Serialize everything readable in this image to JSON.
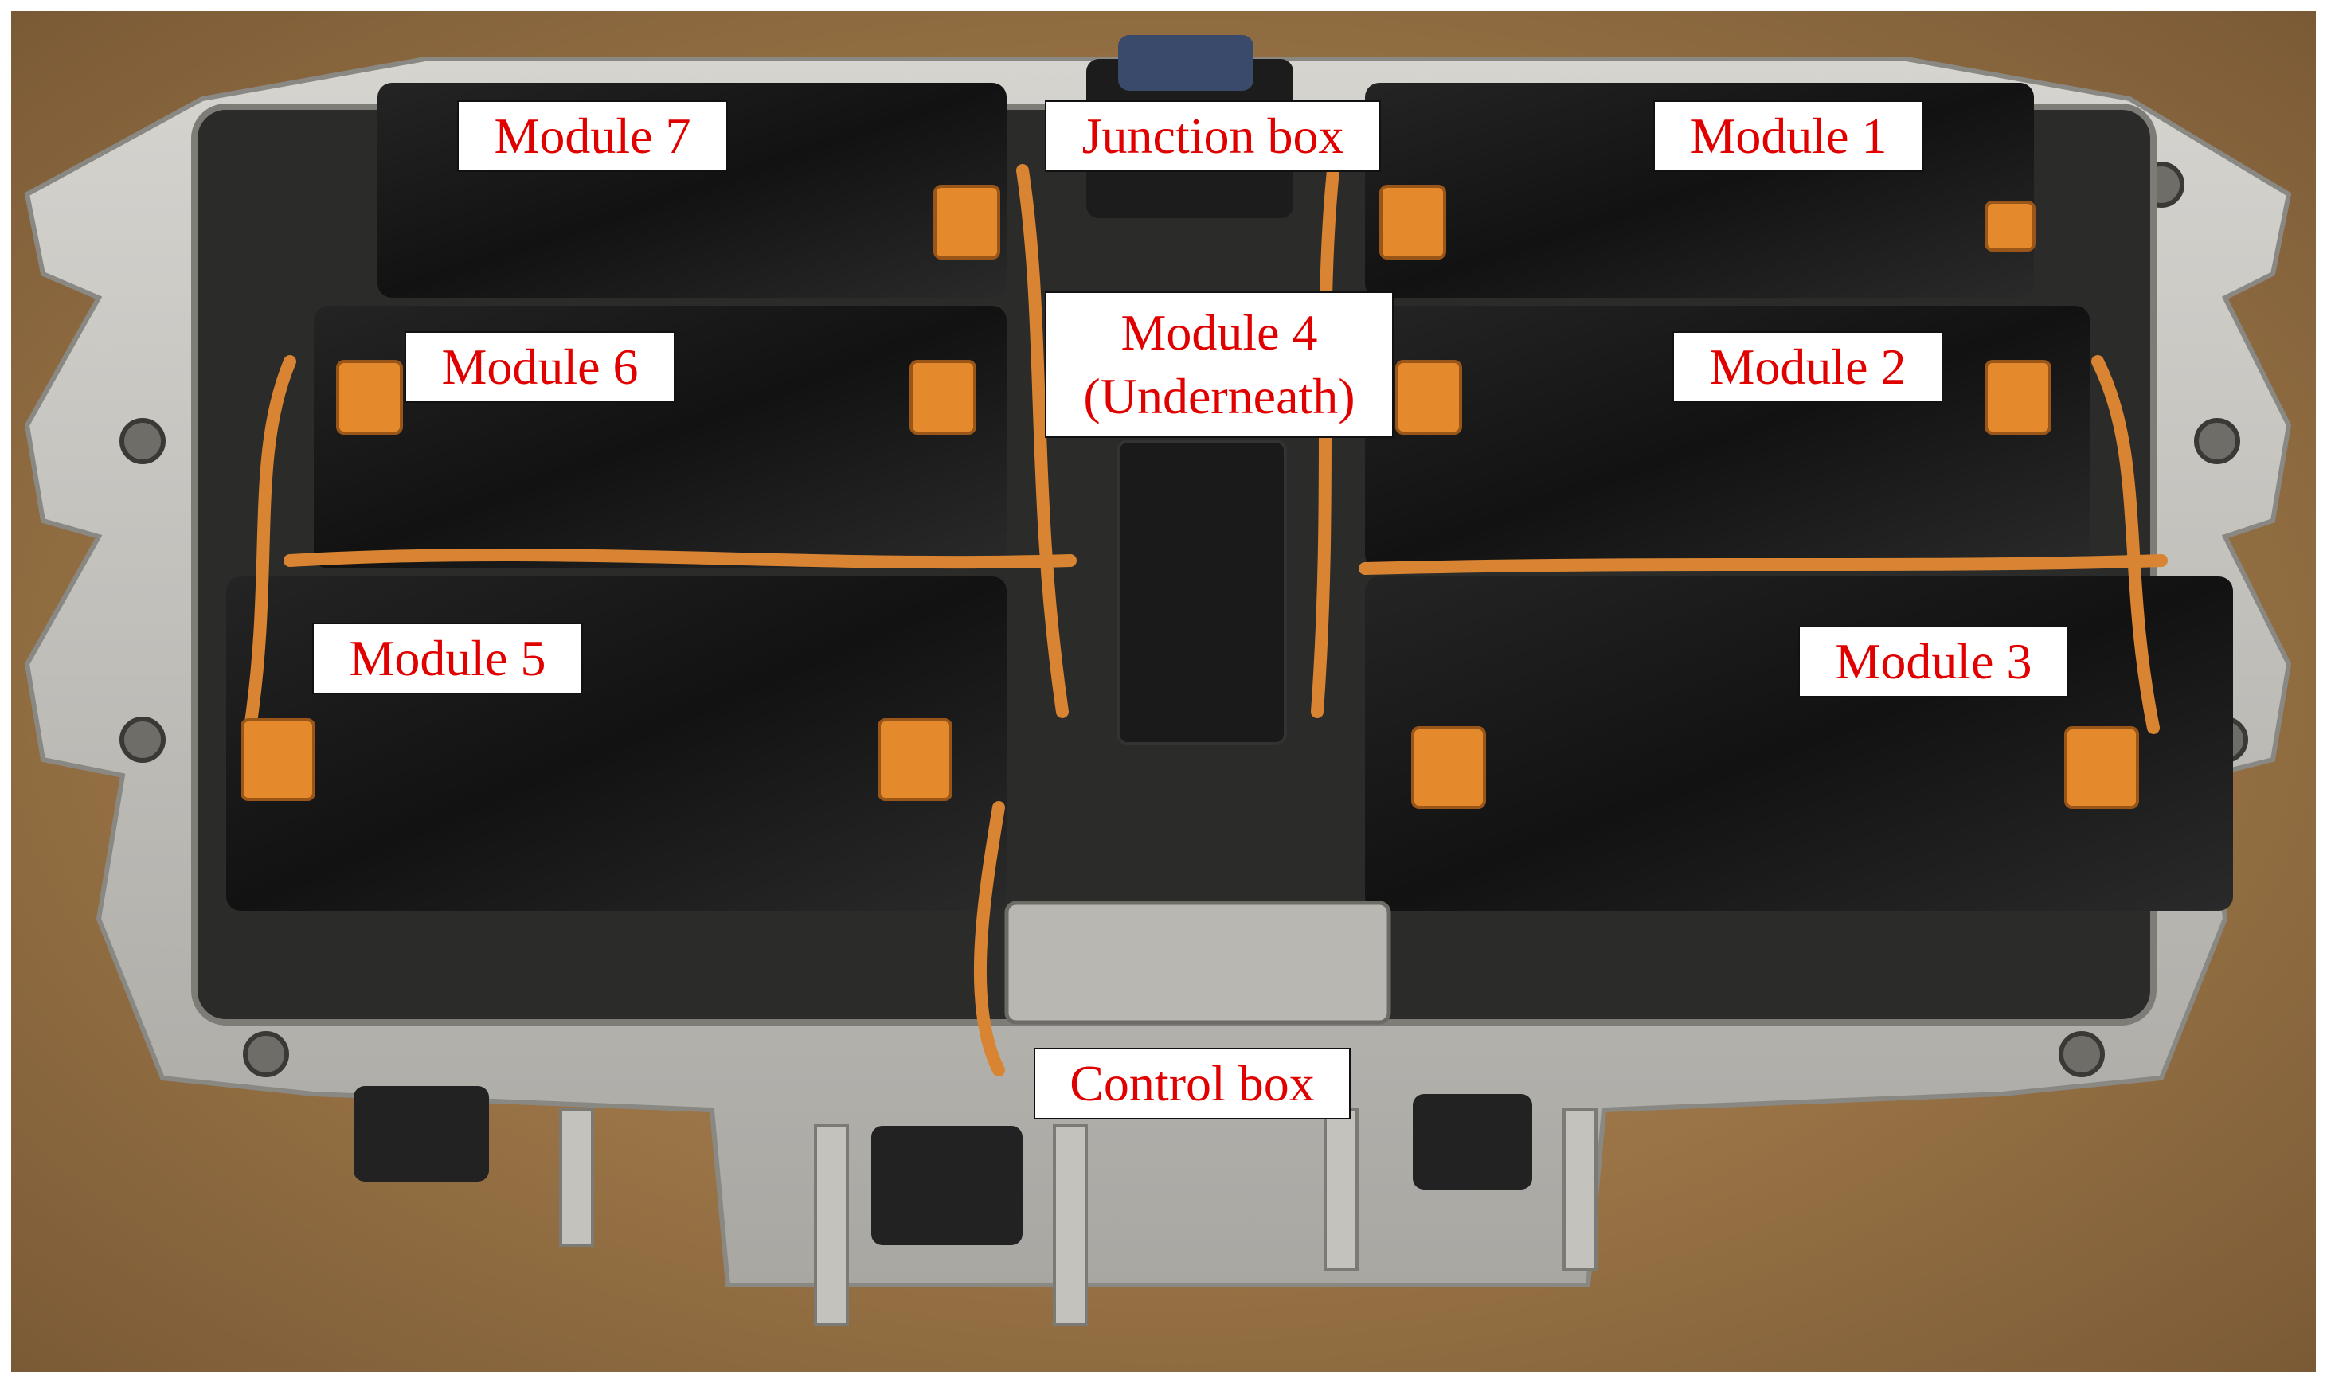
{
  "labels": {
    "module_7": "Module 7",
    "junction_box": "Junction box",
    "module_1": "Module 1",
    "module_6": "Module 6",
    "module_4_line1": "Module 4",
    "module_4_line2": "(Underneath)",
    "module_2": "Module 2",
    "module_5": "Module 5",
    "module_3": "Module 3",
    "control_box": "Control box"
  },
  "colors": {
    "label_text": "#e00000",
    "label_background": "#ffffff",
    "module_black": "#161616",
    "connector_orange": "#e58a2c",
    "housing_aluminum": "#c9c7c2",
    "background_wood": "#9a7446"
  }
}
